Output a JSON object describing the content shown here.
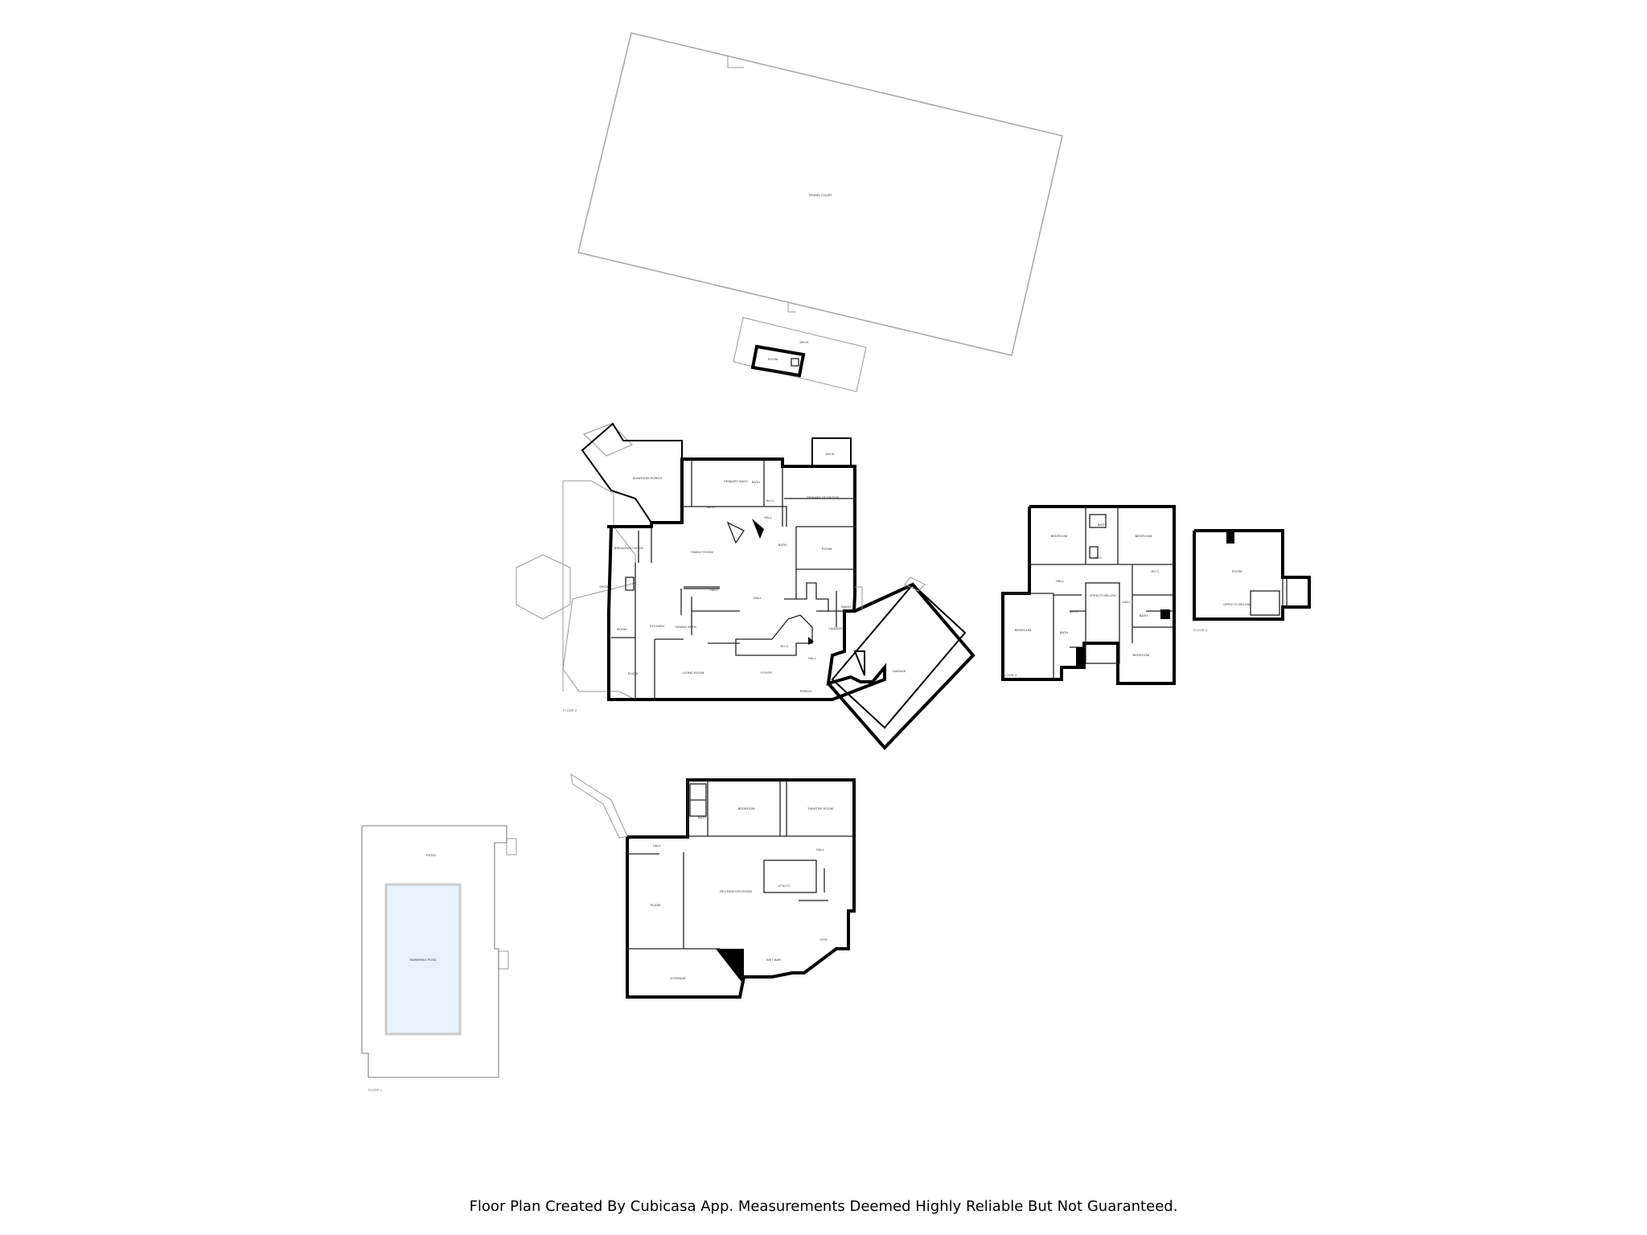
{
  "footer_note": "Floor Plan Created By Cubicasa App. Measurements Deemed Highly Reliable But Not Guaranteed.",
  "floors": {
    "floor1": "FLOOR 1",
    "floor2": "FLOOR 2",
    "floor3": "FLOOR 3",
    "floor4": "FLOOR 4"
  },
  "rooms": {
    "tennis_court": "TENNIS COURT",
    "deck_top": "DECK",
    "room_top": "ROOM",
    "sunroom_porch": "SUNROOM PORCH",
    "primary_bath": "PRIMARY BATH",
    "bath_f2a": "BATH",
    "wic_f2a": "W.I.C.",
    "primary_bedroom": "PRIMARY BEDROOM",
    "deck_f2": "DECK",
    "hall_f2a": "HALL",
    "bath_f2b": "BATH",
    "breakfast_nook": "BREAKFAST NOOK",
    "family_room": "FAMILY ROOM",
    "bath_f2c": "BATH",
    "room_f2a": "ROOM",
    "deck_f2b": "DECK",
    "hall_f2b": "HALL",
    "kitchen": "KITCHEN",
    "dining_area": "DINING AREA",
    "hall_f2c": "HALL",
    "wash": "WASH",
    "laundry": "LAUNDRY",
    "room_f2b": "ROOM",
    "wic_f2b": "W.I.C.",
    "room_f2c": "ROOM",
    "living_room": "LIVING ROOM",
    "foyer": "FOYER",
    "hall_f2d": "HALL",
    "porch": "PORCH",
    "garage": "GARAGE",
    "bedroom_f3a": "BEDROOM",
    "bath_f3a": "BATH",
    "bedroom_f3b": "BEDROOM",
    "wic_f3a": "W.I.C.",
    "wic_f3b": "W.I.C.",
    "hall_f3": "HALL",
    "wic_f3c": "W.I.C.",
    "open_below_f3": "OPEN TO BELOW",
    "stairs_f3": "HALL",
    "bedroom_f3c": "BEDROOM",
    "bath_f3b": "BATH",
    "bath_f3c": "BATH",
    "bedroom_f3d": "BEDROOM",
    "room_f4": "ROOM",
    "open_below_f4": "OPEN TO BELOW",
    "patio": "PATIO",
    "swimming_pool": "SWIMMING POOL",
    "bath_f1": "BATH",
    "bedroom_f1": "BEDROOM",
    "theatre_room": "THEATRE ROOM",
    "hall_f1a": "HALL",
    "hall_f1b": "HALL",
    "utility": "UTILITY",
    "room_f1": "ROOM",
    "recreation_room": "RECREATION ROOM",
    "gym": "GYM",
    "storage": "STORAGE",
    "wet_bar": "WET BAR"
  },
  "colors": {
    "pool_fill": "#e6f3fd",
    "pool_edge": "#cccccc",
    "wall": "#000000"
  }
}
